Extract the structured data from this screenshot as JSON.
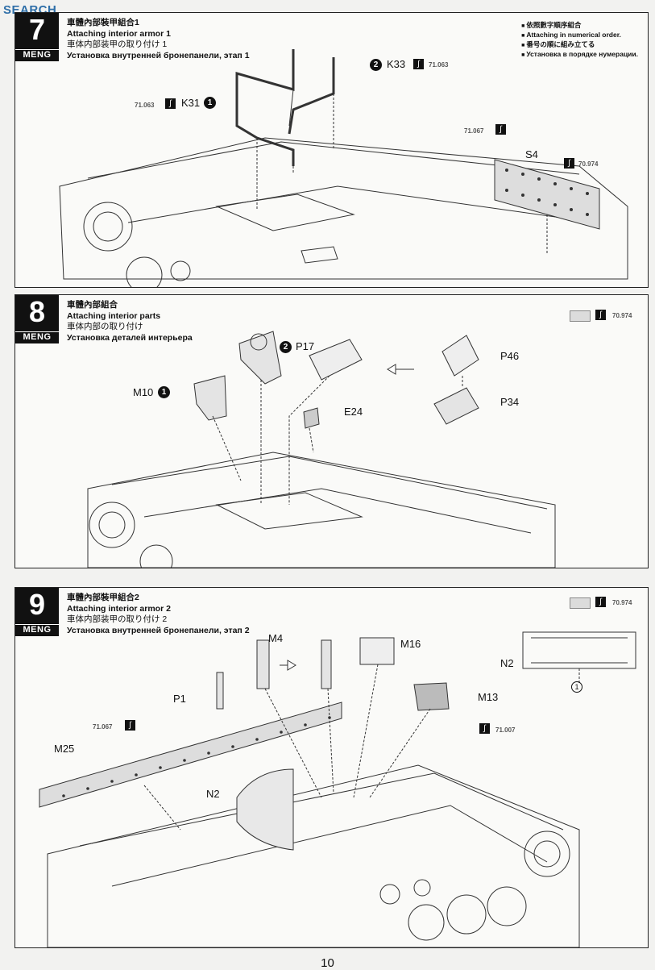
{
  "watermark": {
    "text": "SEARCH",
    "sub": ""
  },
  "notice": {
    "jp_zh": "依照數字順序組合",
    "en": "Attaching in numerical order.",
    "jp": "番号の順に組み立てる",
    "ru": "Установка в порядке нумерации."
  },
  "brand": "MENG",
  "steps": [
    {
      "number": "7",
      "title_zh": "車體內部裝甲組合1",
      "title_en": "Attaching interior armor 1",
      "title_jp": "車体内部装甲の取り付け 1",
      "title_ru": "Установка внутренней бронепанели, этап 1",
      "parts": [
        "K31",
        "K33",
        "S4"
      ],
      "order": [
        "1",
        "2"
      ],
      "paints": [
        "71.063",
        "71.063",
        "71.067",
        "70.974"
      ]
    },
    {
      "number": "8",
      "title_zh": "車體內部組合",
      "title_en": "Attaching interior parts",
      "title_jp": "車体内部の取り付け",
      "title_ru": "Установка деталей интерьера",
      "parts": [
        "M10",
        "P17",
        "E24",
        "P46",
        "P34"
      ],
      "order": [
        "1",
        "2"
      ],
      "paints": [
        "70.974"
      ]
    },
    {
      "number": "9",
      "title_zh": "車體內部裝甲組合2",
      "title_en": "Attaching interior armor 2",
      "title_jp": "車体内部装甲の取り付け 2",
      "title_ru": "Установка внутренней бронепанели, этап 2",
      "parts": [
        "M4",
        "M16",
        "N2",
        "P1",
        "M13",
        "M25",
        "N2"
      ],
      "sub_ref": "1",
      "paints": [
        "70.974",
        "71.067",
        "71.007"
      ]
    }
  ],
  "page_number": "10",
  "icons": {
    "brush": "brush-icon",
    "arrow": "arrow-icon"
  }
}
